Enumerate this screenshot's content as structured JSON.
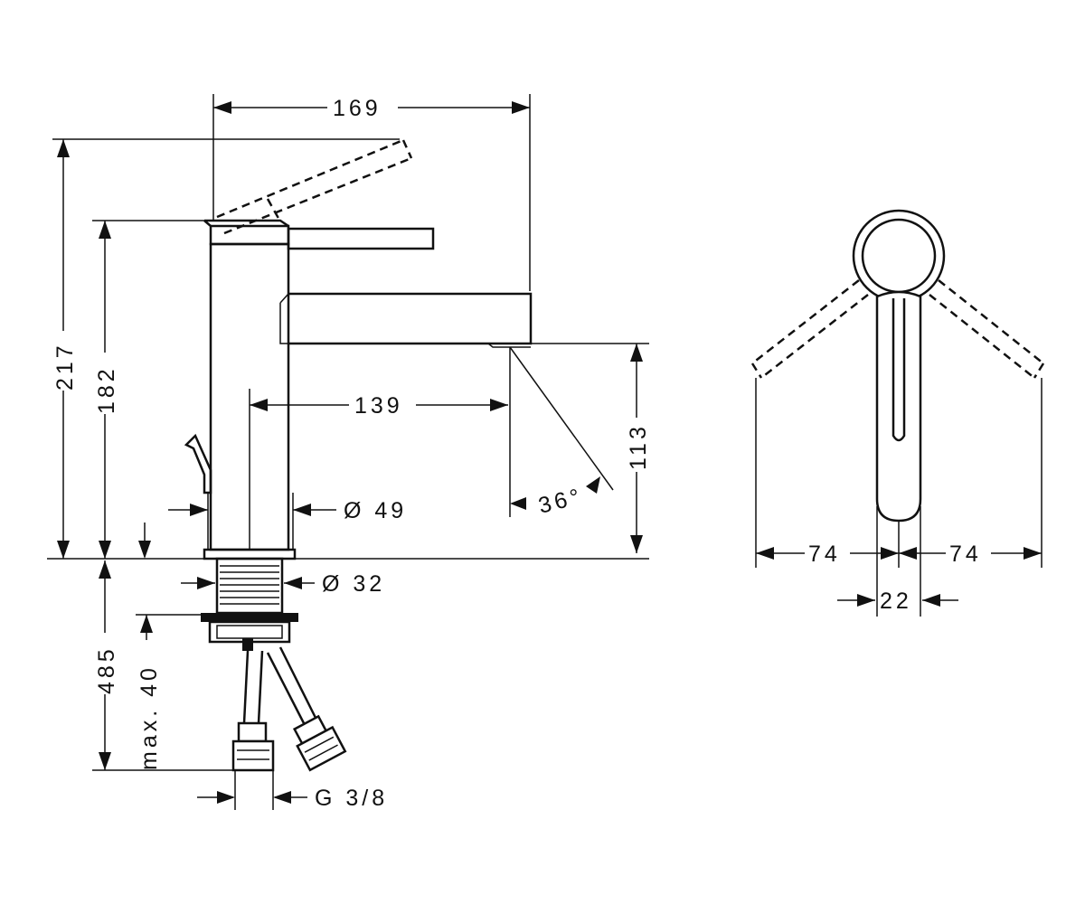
{
  "dimensions": {
    "width_total": "169",
    "height_total": "217",
    "height_lever": "182",
    "spout_reach": "139",
    "spout_height": "113",
    "angle": "36°",
    "body_diameter": "Ø 49",
    "shank_diameter": "Ø 32",
    "below_counter": "485",
    "max_thickness": "max. 40",
    "connection": "G 3/8",
    "lever_left": "74",
    "lever_right": "74",
    "lever_width": "22"
  },
  "colors": {
    "line": "#111111",
    "background": "#ffffff"
  }
}
